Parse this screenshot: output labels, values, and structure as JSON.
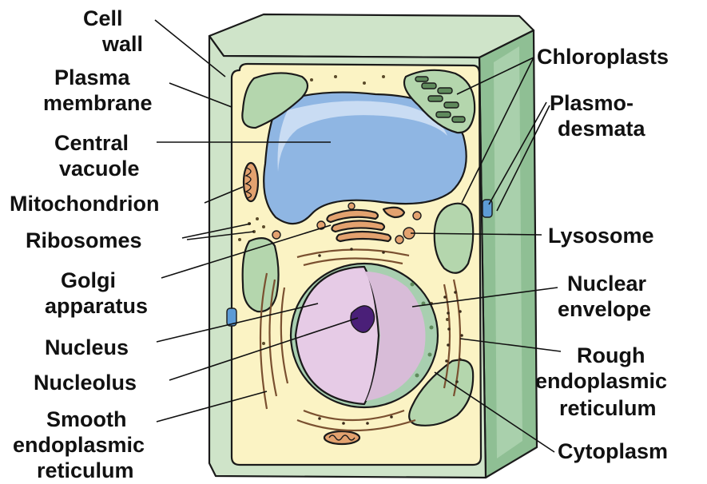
{
  "labels": {
    "cell_wall_1": "Cell",
    "cell_wall_2": "wall",
    "plasma_membrane_1": "Plasma",
    "plasma_membrane_2": "membrane",
    "central_vacuole_1": "Central",
    "central_vacuole_2": "vacuole",
    "mitochondrion": "Mitochondrion",
    "ribosomes": "Ribosomes",
    "golgi_1": "Golgi",
    "golgi_2": "apparatus",
    "nucleus": "Nucleus",
    "nucleolus": "Nucleolus",
    "smooth_er_1": "Smooth",
    "smooth_er_2": "endoplasmic",
    "smooth_er_3": "reticulum",
    "chloroplasts": "Chloroplasts",
    "plasmodesmata_1": "Plasmo-",
    "plasmodesmata_2": "desmata",
    "lysosome": "Lysosome",
    "nuclear_envelope_1": "Nuclear",
    "nuclear_envelope_2": "envelope",
    "rough_er_1": "Rough",
    "rough_er_2": "endoplasmic",
    "rough_er_3": "reticulum",
    "cytoplasm": "Cytoplasm"
  },
  "colors": {
    "cell_wall": "#cfe4c9",
    "cell_wall_side": "#8fbf94",
    "cytoplasm": "#fbf3c4",
    "vacuole": "#8fb6e3",
    "vacuole_light": "#c9dcf3",
    "chloroplast": "#b4d6ad",
    "nucleus": "#e6cbe6",
    "nucleolus": "#4a1f78",
    "nuclear_envelope": "#a8cfb0",
    "organelle_orange": "#e3a26f",
    "text": "#111111"
  }
}
